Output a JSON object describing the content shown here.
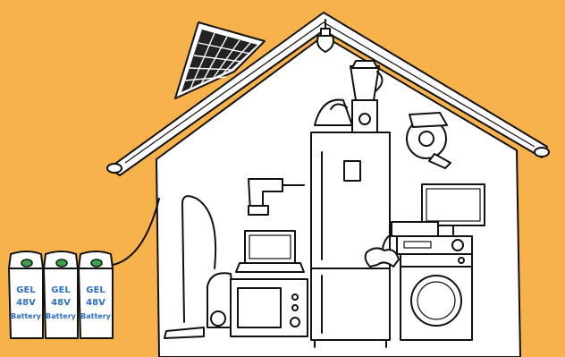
{
  "colors": {
    "background": "#f7b24c",
    "battery_label": "#2e6fc4",
    "battery_terminal": "#3aa34a",
    "ink": "#111111"
  },
  "batteries": [
    {
      "type": "GEL",
      "voltage": "48V",
      "label": "Battery"
    },
    {
      "type": "GEL",
      "voltage": "48V",
      "label": "Battery"
    },
    {
      "type": "GEL",
      "voltage": "48V",
      "label": "Battery"
    }
  ],
  "icons": [
    "solar-panel-icon",
    "light-bulb-icon",
    "blender-icon",
    "iron-icon",
    "refrigerator-icon",
    "circular-saw-icon",
    "drill-icon",
    "vacuum-cleaner-icon",
    "laptop-icon",
    "microwave-icon",
    "game-controller-icon",
    "tv-icon",
    "audio-system-icon",
    "washing-machine-icon"
  ]
}
